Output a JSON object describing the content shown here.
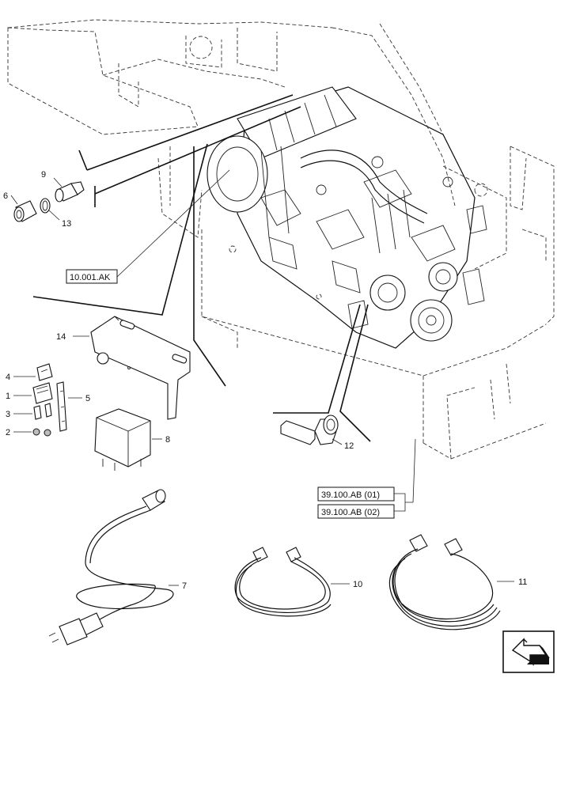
{
  "callouts": {
    "c1": "1",
    "c2": "2",
    "c3": "3",
    "c4": "4",
    "c5": "5",
    "c6": "6",
    "c7": "7",
    "c8": "8",
    "c9": "9",
    "c10": "10",
    "c11": "11",
    "c12": "12",
    "c13": "13",
    "c14": "14"
  },
  "references": {
    "engine_ref": "10.001.AK",
    "harness_ref_1": "39.100.AB (01)",
    "harness_ref_2": "39.100.AB (02)"
  },
  "navigation": {
    "icon": "arrow-navigation-icon"
  }
}
